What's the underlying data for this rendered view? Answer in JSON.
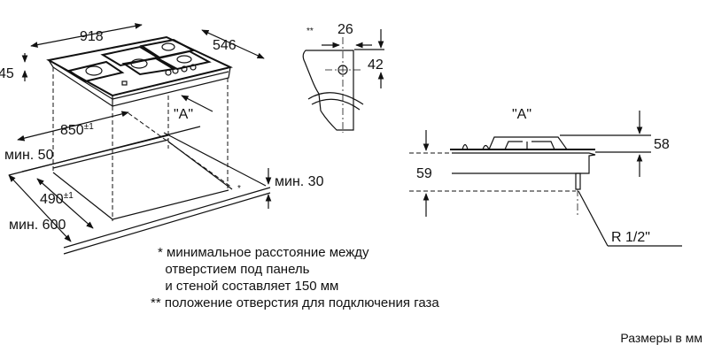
{
  "top_view": {
    "width": "918",
    "depth": "546",
    "height": "45",
    "view_marker": "\"A\"",
    "cutout_width": "850",
    "cutout_width_tol": "±1",
    "cutout_depth": "490",
    "cutout_depth_tol": "±1",
    "min_front": "мин. 50",
    "min_counter_depth": "мин. 600",
    "min_counter_thickness": "мин. 30",
    "asterisk": "*"
  },
  "gas_detail": {
    "marker": "**",
    "offset_x": "26",
    "offset_y": "42"
  },
  "side_view": {
    "title": "\"A\"",
    "height_above": "58",
    "height_below": "59",
    "connection": "R 1/2\""
  },
  "notes": [
    "* минимальное расстояние между",
    "  отверстием под панель",
    "  и стеной составляет 150 мм",
    "** положение отверстия для подключения газа"
  ],
  "units": "Размеры в мм"
}
